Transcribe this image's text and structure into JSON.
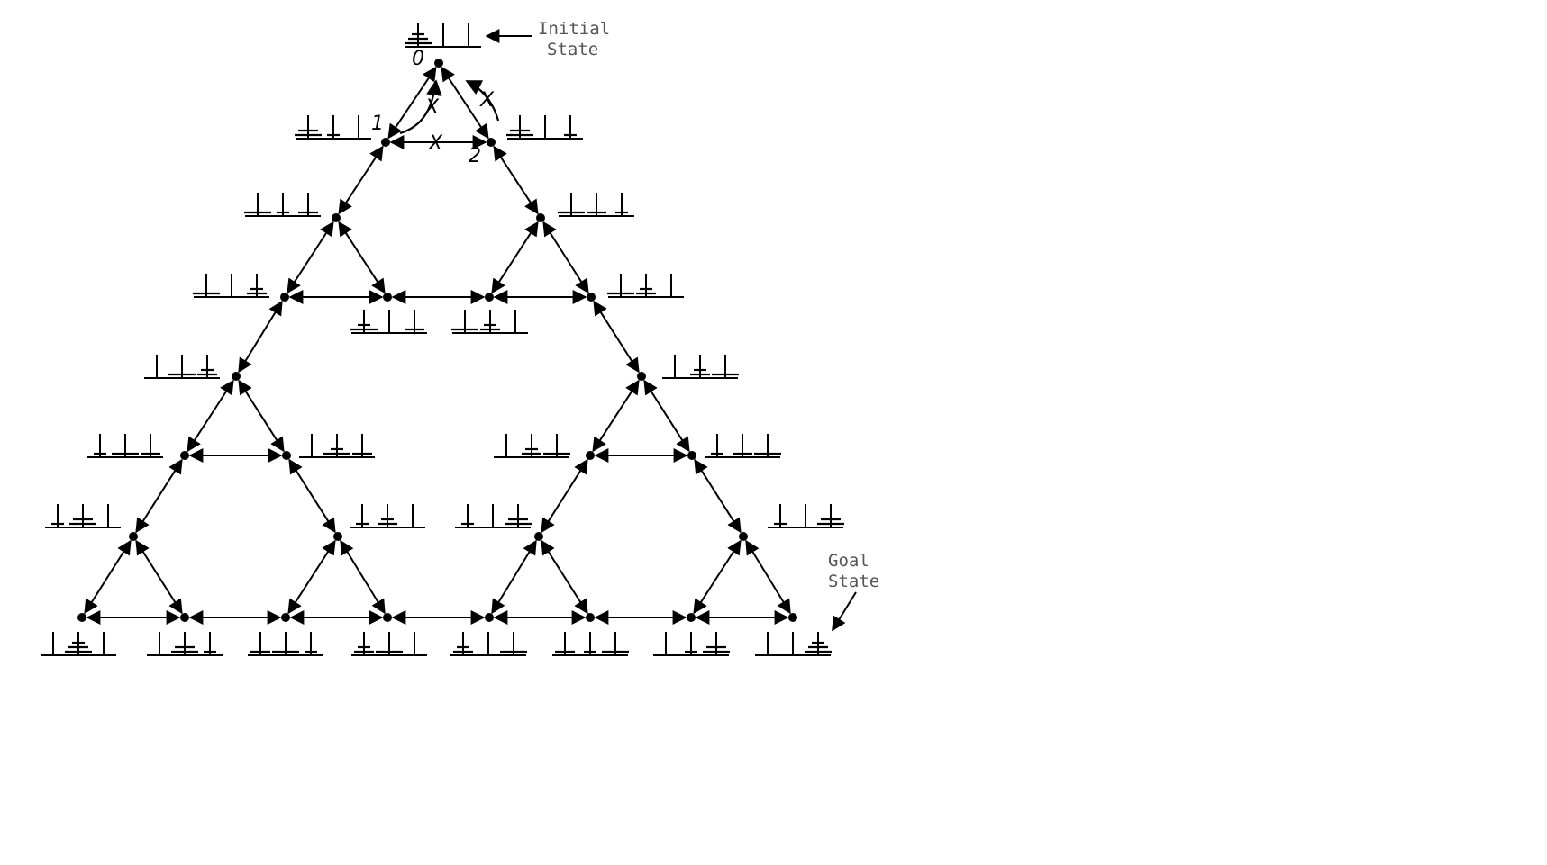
{
  "labels": {
    "initial_line1": "Initial",
    "initial_line2": "State",
    "goal_line1": "Goal",
    "goal_line2": "State"
  },
  "annotations": {
    "node_0": "0",
    "node_1": "1",
    "node_2": "2",
    "blocked_marks": [
      "X",
      "X",
      "X"
    ]
  },
  "graph": {
    "description": "Tower of Hanoi state space (3 disks, 3 pegs) arranged as a Sierpinski triangle; 27 states, edges are legal moves",
    "states": 27,
    "pegs_per_state": 3,
    "disks": 3
  }
}
